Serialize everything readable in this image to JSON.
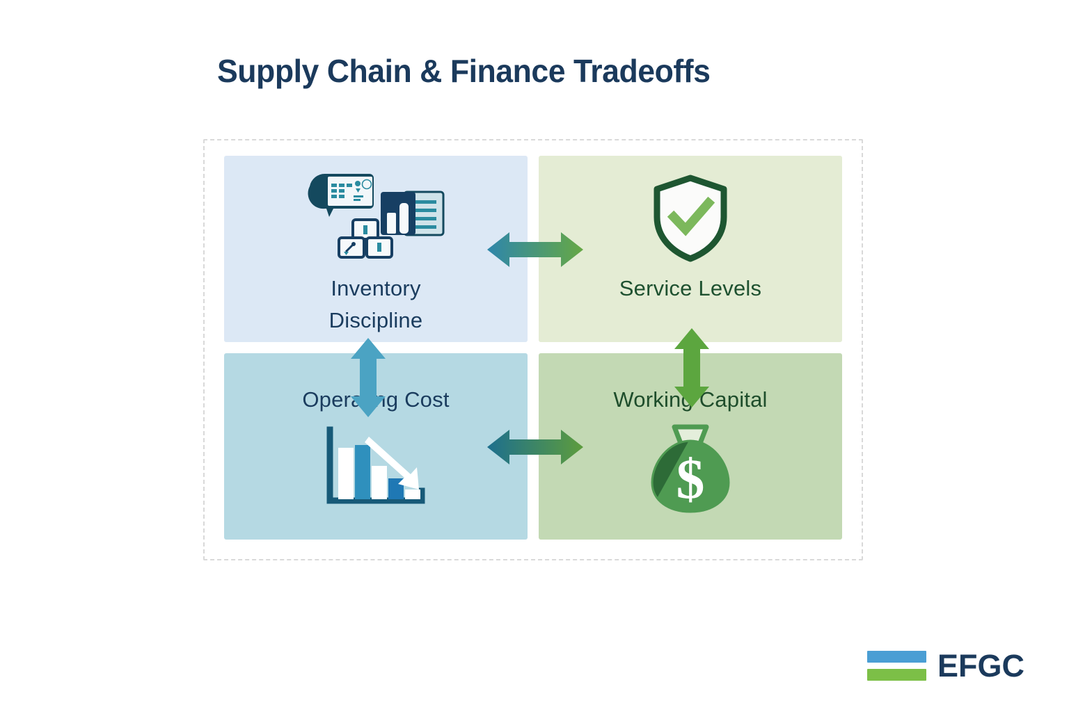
{
  "page": {
    "title": "Supply Chain & Finance Tradeoffs",
    "background_color": "#ffffff"
  },
  "colors": {
    "title_navy": "#1b3a5c",
    "quadrant_top_left_bg": "#dce8f5",
    "quadrant_top_right_bg": "#e4ecd4",
    "quadrant_bottom_left_bg": "#b5d9e3",
    "quadrant_bottom_right_bg": "#c3d9b4",
    "arrow_blue": "#2e86ab",
    "arrow_green": "#66a845",
    "arrow_teal_vertical": "#4ba3c3",
    "arrow_green_vertical": "#5ca63f",
    "label_navy": "#1a3c5e",
    "label_green": "#1e4d2b",
    "logo_blue": "#4a9ed4",
    "logo_green": "#7cbf47",
    "frame_dash": "#d9d9d9"
  },
  "quadrants": [
    {
      "id": "inventory-discipline",
      "label": "Inventory\nDiscipline",
      "icon": "inventory-dashboard-boxes-icon",
      "bg": "#dce8f5",
      "text_color": "#1a3c5e",
      "position": "top-left"
    },
    {
      "id": "service-levels",
      "label": "Service Levels",
      "icon": "shield-check-icon",
      "bg": "#e4ecd4",
      "text_color": "#1e5130",
      "position": "top-right"
    },
    {
      "id": "operating-cost",
      "label": "Operating Cost",
      "icon": "declining-bar-chart-icon",
      "bg": "#b5d9e3",
      "text_color": "#1a3c5e",
      "position": "bottom-left"
    },
    {
      "id": "working-capital",
      "label": "Working Capital",
      "icon": "money-bag-dollar-icon",
      "bg": "#c3d9b4",
      "text_color": "#1e4d2b",
      "position": "bottom-right"
    }
  ],
  "connectors": [
    {
      "id": "inventory-service-connector",
      "icon": "double-headed-horizontal-arrow-icon",
      "orientation": "horizontal",
      "from": "Inventory Discipline",
      "to": "Service Levels"
    },
    {
      "id": "operating-working-connector",
      "icon": "double-headed-horizontal-arrow-icon",
      "orientation": "horizontal",
      "from": "Operating Cost",
      "to": "Working Capital"
    },
    {
      "id": "inventory-operating-connector",
      "icon": "double-headed-vertical-arrow-icon",
      "orientation": "vertical",
      "from": "Inventory Discipline",
      "to": "Operating Cost"
    },
    {
      "id": "service-working-connector",
      "icon": "double-headed-vertical-arrow-icon",
      "orientation": "vertical",
      "from": "Service Levels",
      "to": "Working Capital"
    }
  ],
  "logo": {
    "text": "EFGC",
    "mark": "two-bar-logo-mark"
  }
}
